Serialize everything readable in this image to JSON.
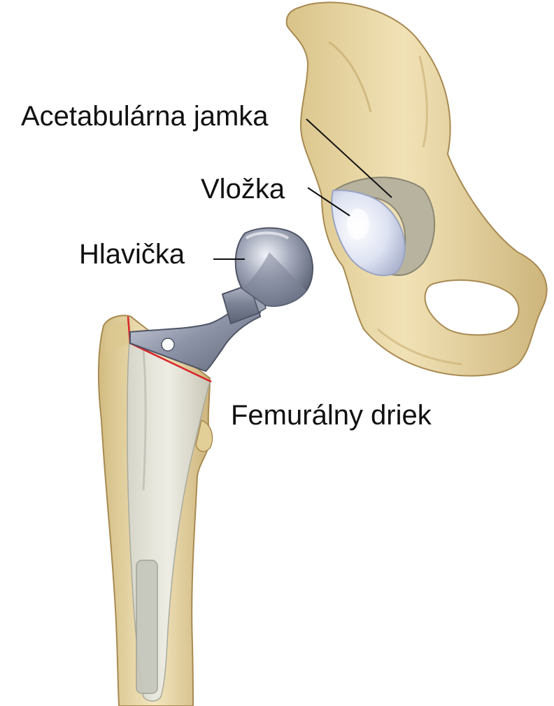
{
  "labels": {
    "acetabular_cup": "Acetabulárna jamka",
    "liner": "Vložka",
    "head": "Hlavička",
    "femoral_stem": "Femurálny driek"
  },
  "colors": {
    "bone": "#EBD9A6",
    "bone_shadow": "#C9AE72",
    "bone_dark": "#A88A52",
    "metal_light": "#C9CEDB",
    "metal_mid": "#8E95A8",
    "metal_dark": "#5F6678",
    "liner": "#E6EAF6",
    "cup": "#B7B39E",
    "cut_line": "#D9242B",
    "leader": "#111111"
  }
}
